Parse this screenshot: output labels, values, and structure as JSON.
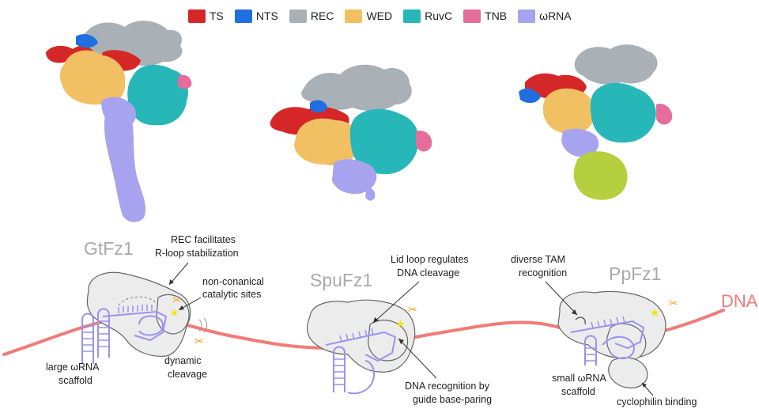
{
  "legend": [
    {
      "label": "TS",
      "color": "#d62728"
    },
    {
      "label": "NTS",
      "color": "#1f6fe0"
    },
    {
      "label": "REC",
      "color": "#a9b0b6"
    },
    {
      "label": "WED",
      "color": "#f1c063"
    },
    {
      "label": "RuvC",
      "color": "#27b7b9"
    },
    {
      "label": "TNB",
      "color": "#e46d9b"
    },
    {
      "label": "ωRNA",
      "color": "#a8a3ee"
    }
  ],
  "extra_colors": {
    "cyclophilin": "#b5cf3f",
    "dna": "#f07b78",
    "body": "#ececec",
    "cut": "#f3a31d",
    "star": "#f2e51c"
  },
  "complexes": {
    "gtfz1": {
      "name": "GtFz1",
      "rec_note": [
        "REC facilitates",
        "R-loop stabilization"
      ],
      "catalytic_note": [
        "non-conanical",
        "catalytic sites"
      ],
      "cleavage_note": [
        "dynamic",
        "cleavage"
      ],
      "scaffold_note": [
        "large ωRNA",
        "scaffold"
      ]
    },
    "spufz1": {
      "name": "SpuFz1",
      "lid_note": [
        "Lid loop regulates",
        "DNA cleavage"
      ],
      "recognition_note": [
        "DNA recognition by",
        "guide base-paring"
      ]
    },
    "ppfz1": {
      "name": "PpFz1",
      "tam_note": [
        "diverse TAM",
        "recognition"
      ],
      "scaffold_note": [
        "small ωRNA",
        "scaffold"
      ],
      "cyclophilin_note": "cyclophilin binding"
    }
  },
  "dna_label": "DNA"
}
